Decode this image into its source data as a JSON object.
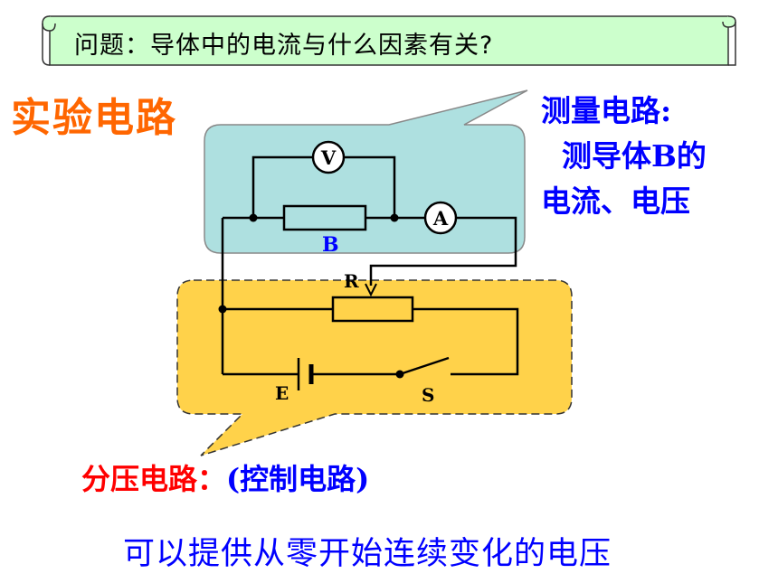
{
  "question": "问题：导体中的电流与什么因素有关?",
  "title": "实验电路",
  "measure_caption": {
    "line1": "测量电路:",
    "line2": "  测导体B的",
    "line3": "电流、电压"
  },
  "divider_caption": {
    "main": "分压电路：",
    "note": "(控制电路)"
  },
  "provide_caption": "可以提供从零开始连续变化的电压",
  "circuit": {
    "voltmeter": "V",
    "ammeter": "A",
    "resistor_b": "B",
    "rheostat": "R",
    "battery": "E",
    "switch": "S"
  },
  "colors": {
    "title": "#ff6600",
    "measure_text": "#0000ff",
    "divider_text": "#ff0000",
    "measure_box": "#aee0e0",
    "divider_box": "#ffd24a",
    "banner": "#ccffcc"
  }
}
